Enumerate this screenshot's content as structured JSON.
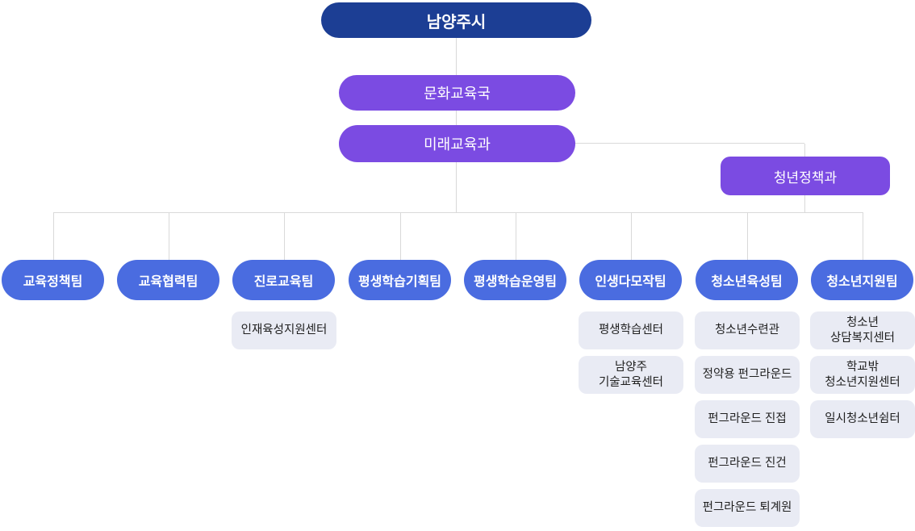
{
  "org": {
    "root": "남양주시",
    "bureau": "문화교육국",
    "division": "미래교육과",
    "youth_division": "청년정책과",
    "teams": [
      "교육정책팀",
      "교육협력팀",
      "진로교육팀",
      "평생학습기획팀",
      "평생학습운영팀",
      "인생다모작팀",
      "청소년육성팀",
      "청소년지원팀"
    ],
    "sub_organizations": {
      "career_education_team": [
        "인재육성지원센터"
      ],
      "life_multiplan_team": [
        "평생학습센터",
        "남양주\n기술교육센터"
      ],
      "youth_development_team": [
        "청소년수련관",
        "정약용 펀그라운드",
        "펀그라운드 진접",
        "펀그라운드 진건",
        "펀그라운드 퇴계원"
      ],
      "youth_support_team": [
        "청소년\n상담복지센터",
        "학교밖\n청소년지원센터",
        "일시청소년쉼터"
      ]
    },
    "colors": {
      "root_bg": "#1c3e94",
      "division_bg": "#7b4be2",
      "team_bg": "#4a6ce0",
      "sub_box_bg": "#e9ebf4",
      "connector": "#d9d9d9",
      "text_on_fill": "#ffffff",
      "sub_text": "#1f1f1f"
    }
  }
}
